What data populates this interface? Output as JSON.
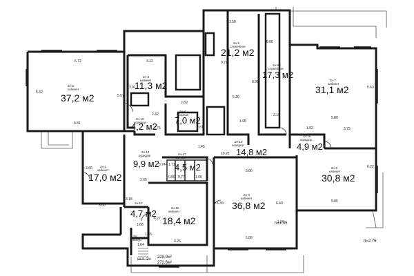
{
  "rooms": [
    {
      "code": "2н-1",
      "name": "кабинет",
      "area": "17,0 м2"
    },
    {
      "code": "2н-2",
      "name": "кабинет",
      "area": "37,2 м2"
    },
    {
      "code": "2н-3",
      "name": "кабинет",
      "area": "11,3 м2"
    },
    {
      "code": "2н-4",
      "name": "уборная",
      "area": "7,0 м2"
    },
    {
      "code": "2н-5",
      "name": "служебное",
      "area": "21,2 м2"
    },
    {
      "code": "2н-6",
      "name": "служебное",
      "area": "17,3 м2"
    },
    {
      "code": "2н-7",
      "name": "кабинет",
      "area": "31,1 м2"
    },
    {
      "code": "2н-8",
      "name": "кабинет",
      "area": "30,8 м2"
    },
    {
      "code": "2н-9",
      "name": "кабинет",
      "area": "36,8 м2"
    },
    {
      "code": "2н-11",
      "name": "кабинет",
      "area": "18,4 м2"
    },
    {
      "code": "2н-12",
      "name": "коридор",
      "area": "4,7 м2"
    },
    {
      "code": "2н-13",
      "name": "коридор",
      "area": "4,2 м2"
    },
    {
      "code": "2н-14",
      "name": "коридор",
      "area": "9,9 м2"
    },
    {
      "code": "2н-15",
      "name": "коридор",
      "area": "14,8 м2"
    },
    {
      "code": "2н-16",
      "name": "коридор",
      "area": "4,9 м2"
    },
    {
      "code": "2н-17",
      "name": "санузел",
      "area": "4,5 м2"
    },
    {
      "code": "2н",
      "name": "тамбур",
      "area": ""
    }
  ],
  "dimensions": [
    "6.72",
    "5.42",
    "5.57",
    "6.81",
    "3.12",
    "3.91",
    "2.69",
    "2.42",
    "1.75",
    "2.81",
    "3.58",
    "0.71",
    "5.20",
    "1.98",
    "8.06",
    "8.92",
    "2.15",
    "5.80",
    "1.92",
    "3.75",
    "6.22",
    "5.63",
    "5.85",
    "10.22",
    "1.45",
    "5.86",
    "3.74",
    "1.71",
    "0.90",
    "0.77",
    "1.06",
    "2.65",
    "6.39",
    "6.40",
    "1.36",
    "5.86",
    "3.66",
    "3.00",
    "3.18",
    "4.27",
    "4.26",
    "1.68",
    "1.05",
    "1.64"
  ],
  "notes": {
    "height": "h=2.75",
    "h_small": "h=1.35",
    "totals_label": "ш.п. 2н",
    "total_1": "228,9м²",
    "total_2": "272,6м²"
  }
}
